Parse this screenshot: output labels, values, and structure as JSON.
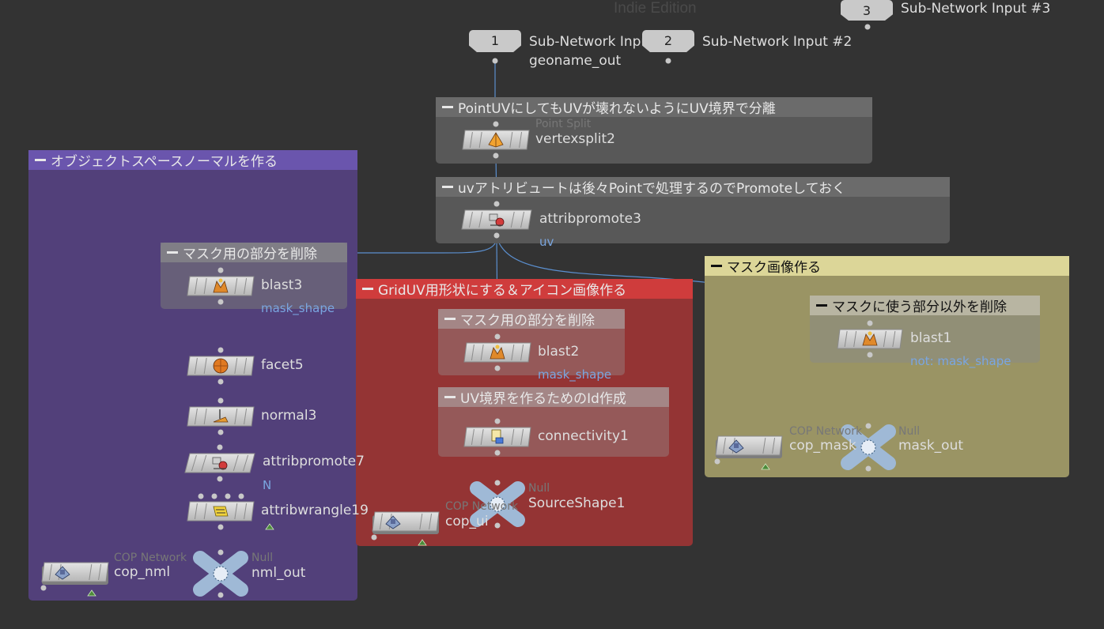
{
  "watermark": "Indie Edition",
  "colors": {
    "background": "#333333",
    "wire": "#5b8fcf",
    "purple_box": "#52407a",
    "red_box": "#943434",
    "yellow_box": "#9a9464",
    "gray_box": "#585858",
    "parm_text": "#7aa6e0"
  },
  "subnet_inputs": [
    {
      "num": "1",
      "label": "Sub-Network Input #1",
      "sub": "geoname_out"
    },
    {
      "num": "2",
      "label": "Sub-Network Input #2"
    },
    {
      "num": "3",
      "label": "Sub-Network Input #3"
    }
  ],
  "boxes": {
    "split": {
      "title": "PointUVにしてもUVが壊れないようにUV境界で分離"
    },
    "promote": {
      "title": "uvアトリビュートは後々Pointで処理するのでPromoteしておく"
    },
    "object_normal": {
      "title": "オブジェクトスペースノーマルを作る"
    },
    "mask_del_left": {
      "title": "マスク用の部分を削除"
    },
    "grid_uv": {
      "title": "GridUV用形状にする＆アイコン画像作る"
    },
    "mask_del_mid": {
      "title": "マスク用の部分を削除"
    },
    "uv_id": {
      "title": "UV境界を作るためのId作成"
    },
    "mask_image": {
      "title": "マスク画像作る"
    },
    "mask_other_del": {
      "title": "マスクに使う部分以外を削除"
    }
  },
  "nodes": {
    "vertexsplit2": {
      "name": "vertexsplit2",
      "type": "Point Split",
      "icon": "pyramid-icon"
    },
    "attribpromote3": {
      "name": "attribpromote3",
      "parm": "uv",
      "icon": "attribpromote-icon"
    },
    "blast3": {
      "name": "blast3",
      "parm": "mask_shape",
      "icon": "blast-icon"
    },
    "facet5": {
      "name": "facet5",
      "icon": "facet-icon"
    },
    "normal3": {
      "name": "normal3",
      "icon": "normal-icon"
    },
    "attribpromote7": {
      "name": "attribpromote7",
      "parm": "N",
      "icon": "attribpromote-icon"
    },
    "attribwrangle19": {
      "name": "attribwrangle19",
      "icon": "wrangle-icon"
    },
    "cop_nml": {
      "name": "cop_nml",
      "type": "COP Network",
      "icon": "cop-network-icon"
    },
    "nml_out": {
      "name": "nml_out",
      "type": "Null",
      "icon": "null-icon"
    },
    "blast2": {
      "name": "blast2",
      "parm": "mask_shape",
      "icon": "blast-icon"
    },
    "connectivity1": {
      "name": "connectivity1",
      "icon": "connectivity-icon"
    },
    "SourceShape1": {
      "name": "SourceShape1",
      "type": "Null",
      "icon": "null-icon"
    },
    "cop_ui": {
      "name": "cop_ui",
      "type": "COP Network",
      "icon": "cop-network-icon"
    },
    "blast1": {
      "name": "blast1",
      "parm": "not: mask_shape",
      "icon": "blast-icon"
    },
    "cop_mask": {
      "name": "cop_mask",
      "type": "COP Network",
      "icon": "cop-network-icon"
    },
    "mask_out": {
      "name": "mask_out",
      "type": "Null",
      "icon": "null-icon"
    }
  }
}
